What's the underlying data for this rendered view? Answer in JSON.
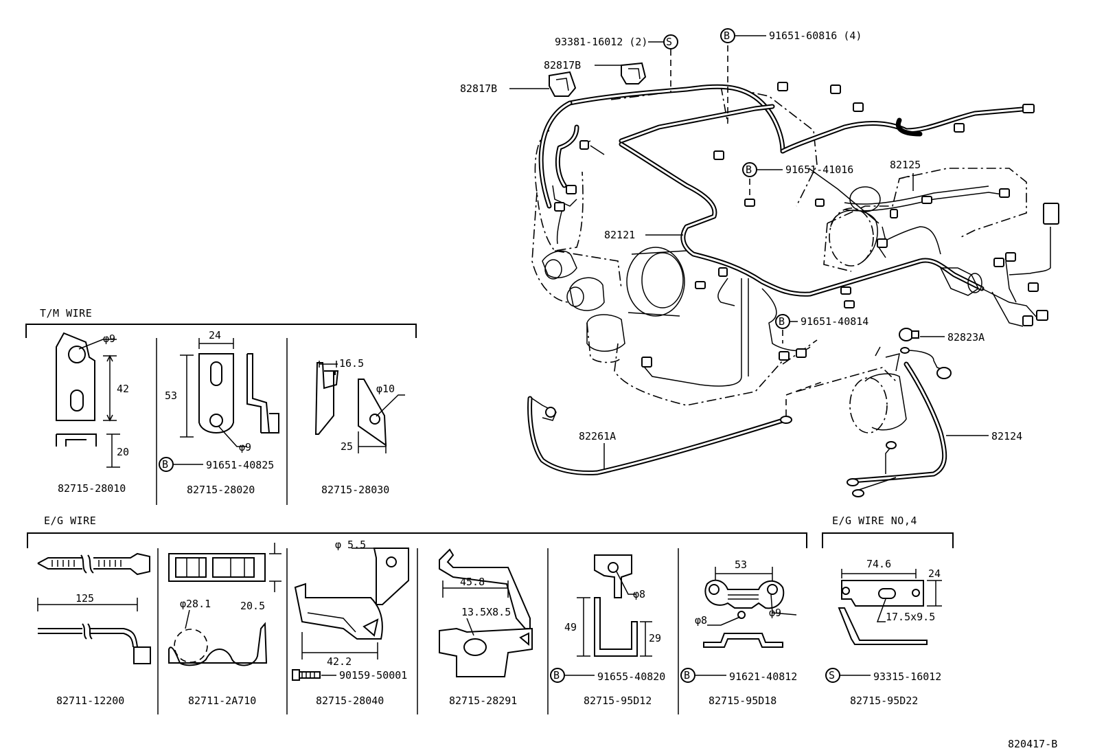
{
  "drawing_id": "820417-B",
  "sections": {
    "tm_wire": "T/M WIRE",
    "eg_wire": "E/G WIRE",
    "eg_wire_no4": "E/G WIRE NO,4"
  },
  "symbols": {
    "bolt": "B",
    "screw": "S"
  },
  "main_callouts": {
    "p93381": "93381-16012 (2)",
    "p91651_60816": "91651-60816 (4)",
    "p82817b_a": "82817B",
    "p82817b_b": "82817B",
    "p91651_41016": "91651-41016",
    "p82125": "82125",
    "p82121": "82121",
    "p91651_40814": "91651-40814",
    "p82823a": "82823A",
    "p82261a": "82261A",
    "p82124": "82124"
  },
  "tm_parts": {
    "p28010": {
      "part": "82715-28010",
      "dims": [
        "φ9",
        "42",
        "20"
      ]
    },
    "p28020": {
      "part": "82715-28020",
      "dims": [
        "24",
        "53",
        "φ9"
      ],
      "bolt": "91651-40825"
    },
    "p28030": {
      "part": "82715-28030",
      "dims": [
        "16.5",
        "φ10",
        "25"
      ]
    }
  },
  "eg_parts": {
    "p12200": {
      "part": "82711-12200",
      "dims": [
        "125"
      ]
    },
    "p2a710": {
      "part": "82711-2A710",
      "dims": [
        "φ28.1",
        "20.5"
      ]
    },
    "p28040": {
      "part": "82715-28040",
      "dims": [
        "φ 5.5",
        "42.2"
      ],
      "bolt": "90159-50001"
    },
    "p28291": {
      "part": "82715-28291",
      "dims": [
        "45.8",
        "13.5X8.5"
      ]
    },
    "p95d12": {
      "part": "82715-95D12",
      "dims": [
        "φ8",
        "49",
        "29"
      ],
      "bolt": "91655-40820"
    },
    "p95d18": {
      "part": "82715-95D18",
      "dims": [
        "53",
        "φ8",
        "φ9"
      ],
      "bolt": "91621-40812"
    },
    "p95d22": {
      "part": "82715-95D22",
      "dims": [
        "74.6",
        "24",
        "17.5x9.5"
      ],
      "screw": "93315-16012"
    }
  }
}
